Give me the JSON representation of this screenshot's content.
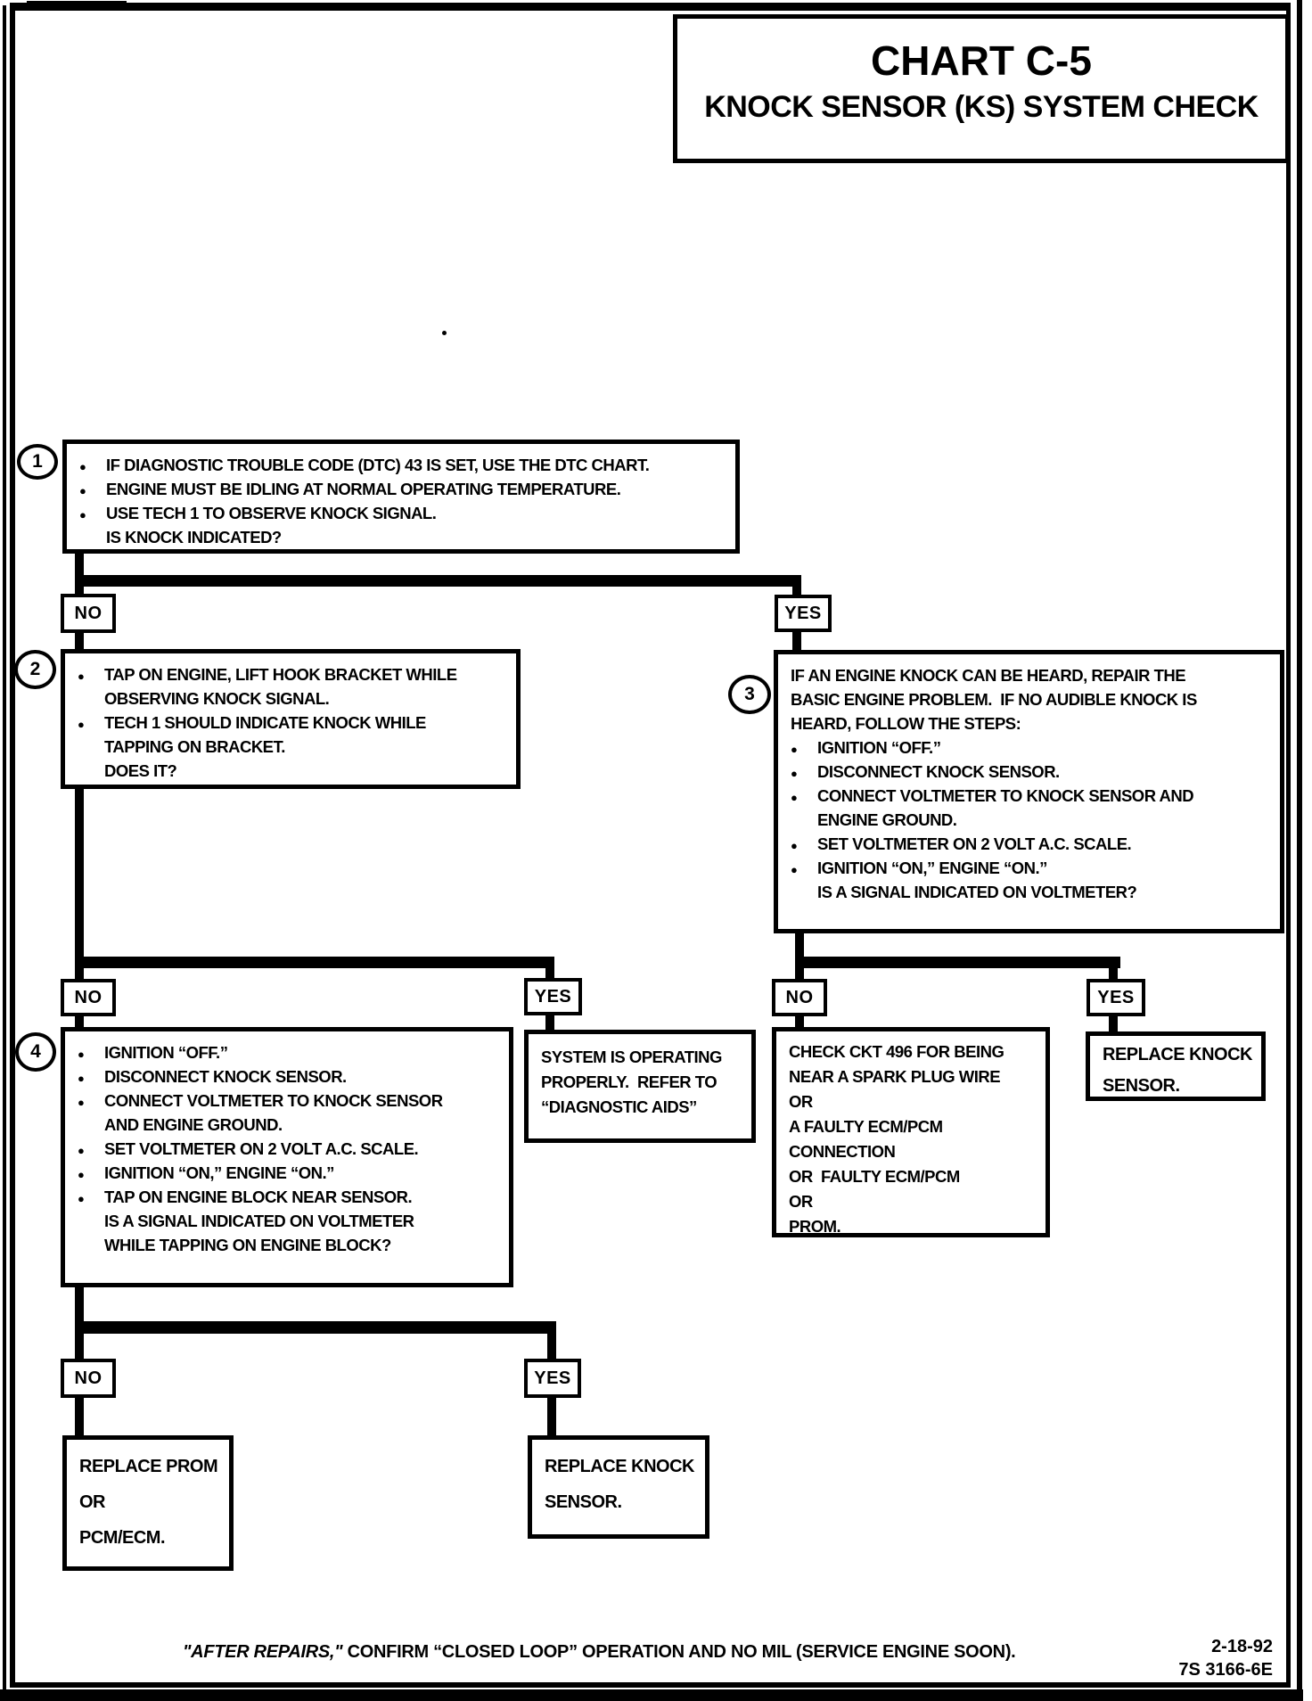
{
  "header": {
    "title": "CHART C-5",
    "subtitle": "KNOCK SENSOR (KS) SYSTEM CHECK"
  },
  "labels": {
    "no": "NO",
    "yes": "YES"
  },
  "steps": {
    "s1": {
      "num": "1",
      "lines": [
        {
          "b": 1,
          "t": "IF DIAGNOSTIC TROUBLE CODE (DTC) 43 IS SET, USE THE DTC CHART."
        },
        {
          "b": 1,
          "t": "ENGINE MUST BE IDLING AT NORMAL OPERATING TEMPERATURE."
        },
        {
          "b": 1,
          "t": "USE TECH 1 TO OBSERVE KNOCK SIGNAL."
        },
        {
          "b": 2,
          "t": "IS KNOCK INDICATED?"
        }
      ]
    },
    "s2": {
      "num": "2",
      "lines": [
        {
          "b": 1,
          "t": "TAP ON ENGINE, LIFT HOOK BRACKET WHILE"
        },
        {
          "b": 2,
          "t": "OBSERVING KNOCK SIGNAL."
        },
        {
          "b": 1,
          "t": "TECH 1 SHOULD INDICATE KNOCK WHILE"
        },
        {
          "b": 2,
          "t": "TAPPING ON BRACKET."
        },
        {
          "b": 2,
          "t": "DOES IT?"
        }
      ]
    },
    "s3": {
      "num": "3",
      "lines": [
        {
          "b": 0,
          "t": "IF AN ENGINE KNOCK CAN BE HEARD, REPAIR THE"
        },
        {
          "b": 0,
          "t": "BASIC ENGINE PROBLEM.  IF NO AUDIBLE KNOCK IS"
        },
        {
          "b": 0,
          "t": "HEARD, FOLLOW THE STEPS:"
        },
        {
          "b": 1,
          "t": "IGNITION “OFF.”"
        },
        {
          "b": 1,
          "t": "DISCONNECT KNOCK SENSOR."
        },
        {
          "b": 1,
          "t": "CONNECT VOLTMETER TO KNOCK SENSOR AND"
        },
        {
          "b": 2,
          "t": "ENGINE GROUND."
        },
        {
          "b": 1,
          "t": "SET VOLTMETER ON 2 VOLT A.C. SCALE."
        },
        {
          "b": 1,
          "t": "IGNITION “ON,” ENGINE “ON.”"
        },
        {
          "b": 2,
          "t": "IS A SIGNAL INDICATED ON VOLTMETER?"
        }
      ]
    },
    "s4": {
      "num": "4",
      "lines": [
        {
          "b": 1,
          "t": "IGNITION “OFF.”"
        },
        {
          "b": 1,
          "t": "DISCONNECT KNOCK SENSOR."
        },
        {
          "b": 1,
          "t": "CONNECT VOLTMETER TO KNOCK SENSOR"
        },
        {
          "b": 2,
          "t": "AND ENGINE GROUND."
        },
        {
          "b": 1,
          "t": "SET VOLTMETER ON 2 VOLT A.C. SCALE."
        },
        {
          "b": 1,
          "t": "IGNITION “ON,” ENGINE “ON.”"
        },
        {
          "b": 1,
          "t": "TAP ON ENGINE BLOCK NEAR SENSOR."
        },
        {
          "b": 2,
          "t": "IS A SIGNAL INDICATED ON VOLTMETER"
        },
        {
          "b": 2,
          "t": "WHILE TAPPING ON ENGINE BLOCK?"
        }
      ]
    }
  },
  "results": {
    "system_ok": {
      "lines": [
        {
          "b": 0,
          "t": "SYSTEM IS OPERATING"
        },
        {
          "b": 0,
          "t": "PROPERLY.  REFER TO"
        },
        {
          "b": 0,
          "t": "“DIAGNOSTIC AIDS”"
        }
      ]
    },
    "check_ckt": {
      "lines": [
        {
          "b": 0,
          "t": "CHECK CKT 496 FOR BEING"
        },
        {
          "b": 0,
          "t": "NEAR A SPARK PLUG WIRE"
        },
        {
          "b": 0,
          "t": "OR"
        },
        {
          "b": 0,
          "t": "A FAULTY ECM/PCM"
        },
        {
          "b": 0,
          "t": "CONNECTION"
        },
        {
          "b": 0,
          "t": "OR  FAULTY ECM/PCM"
        },
        {
          "b": 0,
          "t": "OR"
        },
        {
          "b": 0,
          "t": "PROM."
        }
      ]
    },
    "replace_knock_upper": {
      "lines": [
        {
          "b": 0,
          "t": "REPLACE KNOCK"
        },
        {
          "b": 0,
          "t": "SENSOR."
        }
      ]
    },
    "replace_prom": {
      "lines": [
        {
          "b": 0,
          "t": "REPLACE PROM"
        },
        {
          "b": 0,
          "t": "OR"
        },
        {
          "b": 0,
          "t": "PCM/ECM."
        }
      ]
    },
    "replace_knock_lower": {
      "lines": [
        {
          "b": 0,
          "t": "REPLACE KNOCK"
        },
        {
          "b": 0,
          "t": "SENSOR."
        }
      ]
    }
  },
  "footer": {
    "italic": "\"AFTER REPAIRS,\"",
    "rest": " CONFIRM “CLOSED LOOP” OPERATION AND NO MIL (SERVICE ENGINE SOON).",
    "date": "2-18-92",
    "doc": "7S 3166-6E"
  },
  "colors": {
    "ink": "#000000",
    "paper": "#ffffff"
  }
}
